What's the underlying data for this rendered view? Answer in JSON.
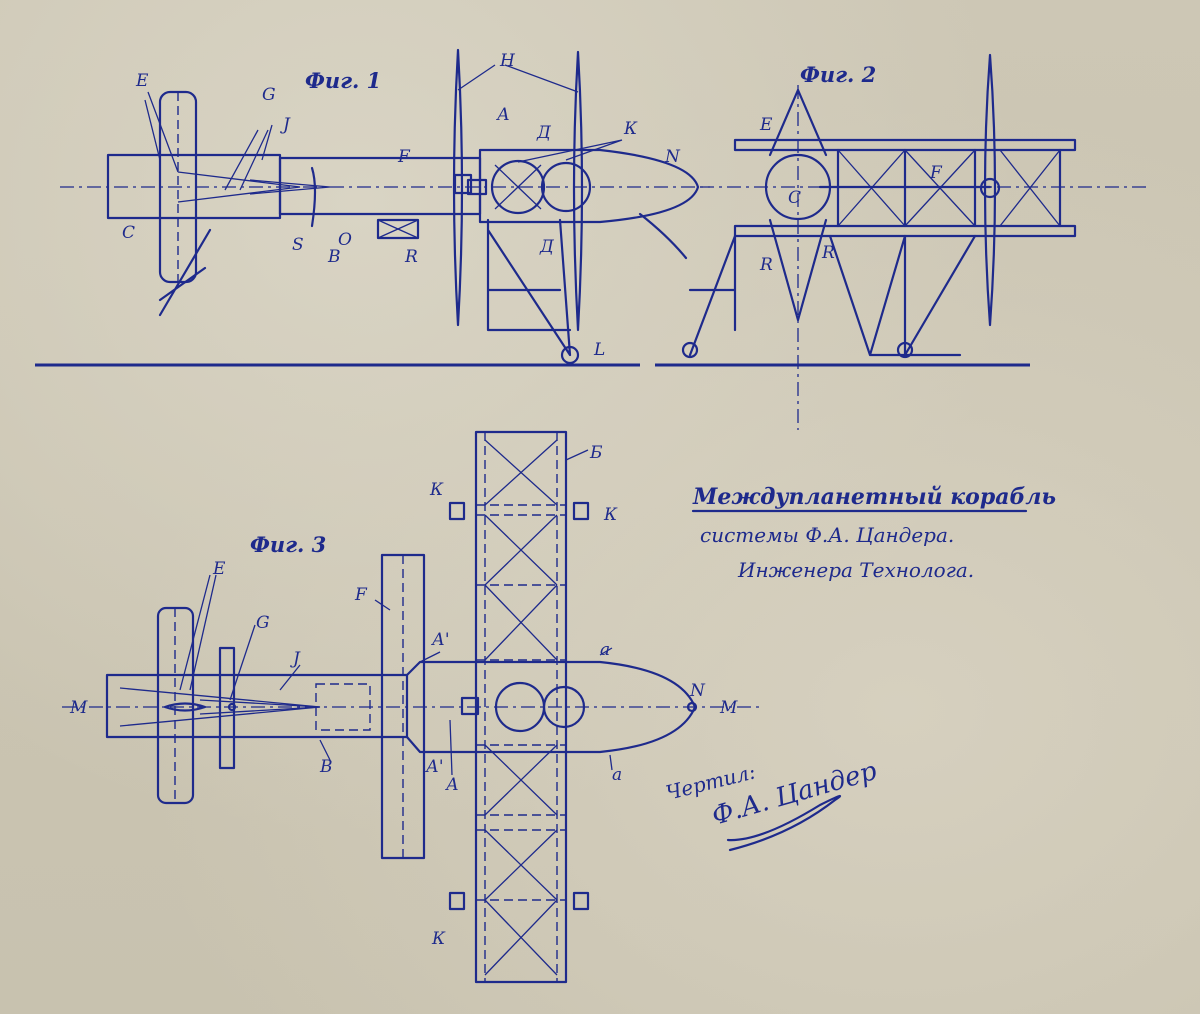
{
  "figures": {
    "fig1": "Фиг. 1",
    "fig2": "Фиг. 2",
    "fig3": "Фиг. 3"
  },
  "title": {
    "line1": "Междупланетный корабль",
    "line2": "системы Ф.А. Цандера.",
    "line3": "Инженера Технолога."
  },
  "signature": {
    "prefix": "Чертил:",
    "name": "Ф.А. Цандер"
  },
  "labels": {
    "E": "Е",
    "G": "G",
    "J": "J",
    "F": "F",
    "A": "А",
    "D": "Д",
    "H": "Н",
    "K": "К",
    "S": "S",
    "O": "О",
    "B": "В",
    "R": "R",
    "C": "С",
    "L": "L",
    "N": "N",
    "E2": "Е",
    "Cc": "С",
    "M": "М",
    "Ap": "А'",
    "Bb": "Б",
    "a": "а"
  },
  "colors": {
    "ink": "#1e2a8c",
    "paper": "#cdc7b5"
  }
}
